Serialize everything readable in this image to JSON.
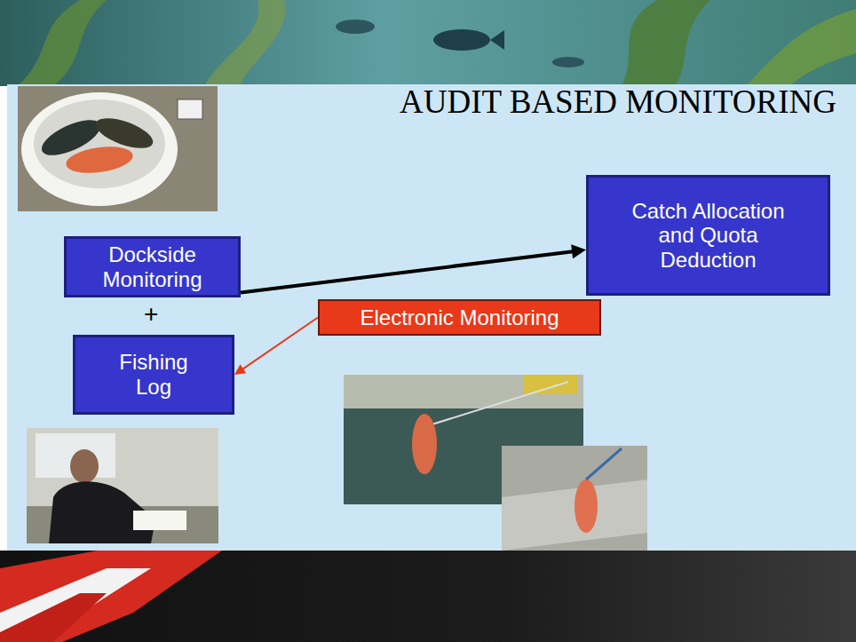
{
  "diagram": {
    "title": "AUDIT BASED MONITORING",
    "nodes": [
      {
        "text": [
          "Dockside Monitoring"
        ]
      },
      {
        "text": [
          "Fishing Log"
        ]
      },
      {
        "text": [
          "Catch Allocation and Quota Deduction"
        ]
      },
      {
        "text": [
          "Electronic Monitoring"
        ]
      }
    ],
    "edges": [
      {
        "from": 0,
        "to": 2,
        "arrow": "to"
      },
      {
        "from": 3,
        "to": 1,
        "arrow": "to"
      }
    ],
    "labels": [
      "+"
    ]
  }
}
